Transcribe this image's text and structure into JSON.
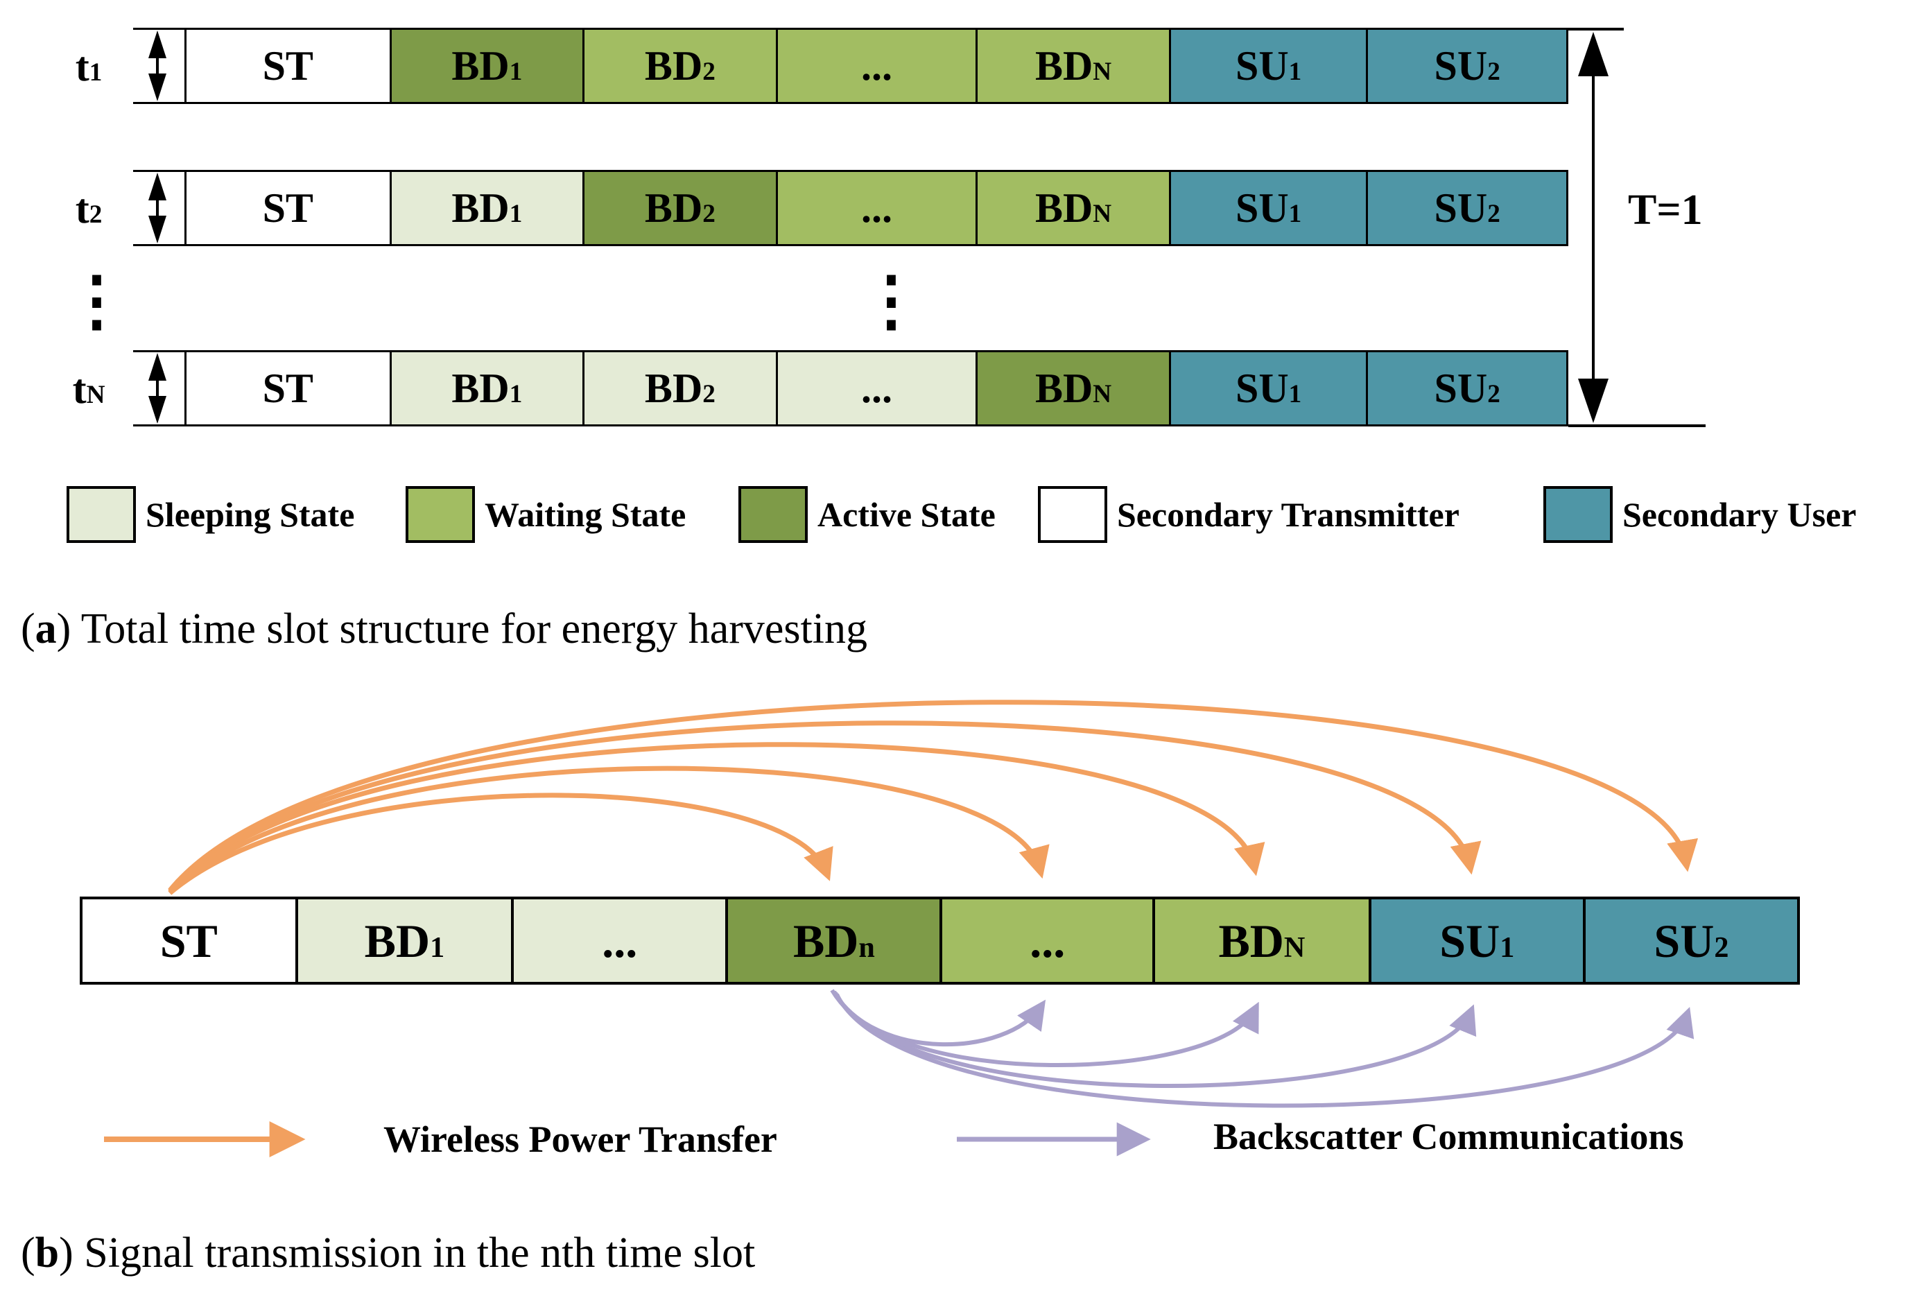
{
  "figure": {
    "part_a": {
      "caption": {
        "open": "(",
        "letter": "a",
        "close": ")",
        "text": " Total time slot structure for energy harvesting"
      },
      "t_total": "T=1",
      "ellipsis": "⋮",
      "rows": [
        {
          "label": {
            "base": "t",
            "sub": "1"
          },
          "cells": [
            {
              "base": "ST",
              "sub": "",
              "state": "st"
            },
            {
              "base": "BD",
              "sub": "1",
              "state": "active"
            },
            {
              "base": "BD",
              "sub": "2",
              "state": "waiting"
            },
            {
              "base": "...",
              "sub": "",
              "state": "waiting"
            },
            {
              "base": "BD",
              "sub": "N",
              "state": "waiting"
            },
            {
              "base": "SU",
              "sub": "1",
              "state": "su"
            },
            {
              "base": "SU",
              "sub": "2",
              "state": "su"
            }
          ]
        },
        {
          "label": {
            "base": "t",
            "sub": "2"
          },
          "cells": [
            {
              "base": "ST",
              "sub": "",
              "state": "st"
            },
            {
              "base": "BD",
              "sub": "1",
              "state": "sleeping"
            },
            {
              "base": "BD",
              "sub": "2",
              "state": "active"
            },
            {
              "base": "...",
              "sub": "",
              "state": "waiting"
            },
            {
              "base": "BD",
              "sub": "N",
              "state": "waiting"
            },
            {
              "base": "SU",
              "sub": "1",
              "state": "su"
            },
            {
              "base": "SU",
              "sub": "2",
              "state": "su"
            }
          ]
        },
        {
          "label": {
            "base": "t",
            "sub": "N"
          },
          "cells": [
            {
              "base": "ST",
              "sub": "",
              "state": "st"
            },
            {
              "base": "BD",
              "sub": "1",
              "state": "sleeping"
            },
            {
              "base": "BD",
              "sub": "2",
              "state": "sleeping"
            },
            {
              "base": "...",
              "sub": "",
              "state": "sleeping"
            },
            {
              "base": "BD",
              "sub": "N",
              "state": "active"
            },
            {
              "base": "SU",
              "sub": "1",
              "state": "su"
            },
            {
              "base": "SU",
              "sub": "2",
              "state": "su"
            }
          ]
        }
      ],
      "legend": [
        {
          "label": "Sleeping State",
          "state": "sleeping"
        },
        {
          "label": "Waiting State",
          "state": "waiting"
        },
        {
          "label": "Active State",
          "state": "active"
        },
        {
          "label": "Secondary Transmitter",
          "state": "st"
        },
        {
          "label": "Secondary User",
          "state": "su"
        }
      ]
    },
    "part_b": {
      "caption": {
        "open": "(",
        "letter": "b",
        "close": ")",
        "text": " Signal transmission in the nth time slot"
      },
      "cells": [
        {
          "base": "ST",
          "sub": "",
          "state": "st"
        },
        {
          "base": "BD",
          "sub": "1",
          "state": "sleeping"
        },
        {
          "base": "...",
          "sub": "",
          "state": "sleeping"
        },
        {
          "base": "BD",
          "sub": "n",
          "state": "active"
        },
        {
          "base": "...",
          "sub": "",
          "state": "waiting"
        },
        {
          "base": "BD",
          "sub": "N",
          "state": "waiting"
        },
        {
          "base": "SU",
          "sub": "1",
          "state": "su"
        },
        {
          "base": "SU",
          "sub": "2",
          "state": "su"
        }
      ],
      "legend": [
        {
          "label": "Wireless Power Transfer",
          "type": "wpt"
        },
        {
          "label": "Backscatter Communications",
          "type": "backscatter"
        }
      ],
      "wpt_links": {
        "from": "ST",
        "to": [
          "BDn",
          "...",
          "BDN",
          "SU1",
          "SU2"
        ]
      },
      "backscatter_links": {
        "from": "BDn",
        "to": [
          "...",
          "BDN",
          "SU1",
          "SU2"
        ]
      }
    }
  },
  "colors": {
    "sleeping": "#e4ebd6",
    "waiting": "#a2bd62",
    "active": "#7e9b48",
    "st": "#ffffff",
    "su": "#4f96a6",
    "wpt": "#f2a05f",
    "backscatter": "#a9a1cb",
    "line": "#000000"
  }
}
